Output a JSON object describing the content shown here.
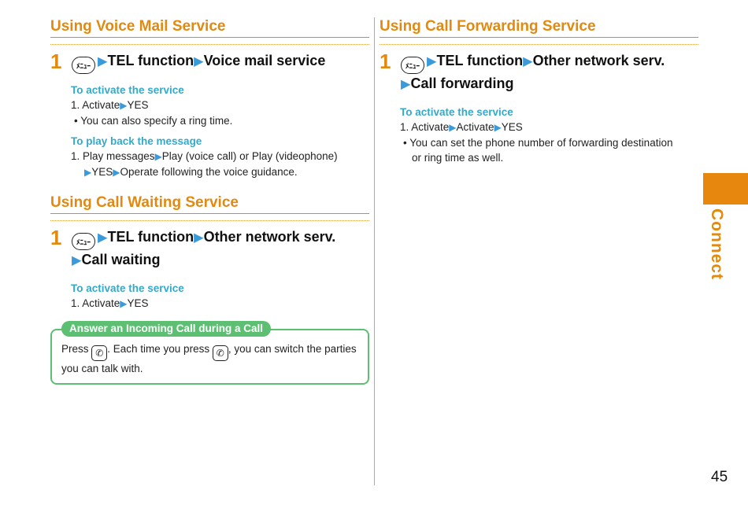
{
  "left": {
    "voicemail": {
      "title": "Using Voice Mail Service",
      "step_num": "1",
      "menu_key": "ﾒﾆｭｰ",
      "step_parts": [
        "TEL function",
        "Voice mail service"
      ],
      "activate": {
        "title": "To activate the service",
        "line1_a": "1. Activate",
        "line1_b": "YES",
        "bullet": "• You can also specify a ring time."
      },
      "playback": {
        "title": "To play back the message",
        "line1_a": "1. Play messages",
        "line1_b": "Play (voice call) or Play (videophone)",
        "line2_a": "YES",
        "line2_b": "Operate following the voice guidance."
      }
    },
    "callwaiting": {
      "title": "Using Call Waiting Service",
      "step_num": "1",
      "menu_key": "ﾒﾆｭｰ",
      "step_parts": [
        "TEL function",
        "Other network serv.",
        "Call waiting"
      ],
      "activate": {
        "title": "To activate the service",
        "line1_a": "1. Activate",
        "line1_b": "YES"
      }
    },
    "note": {
      "tag": "Answer an Incoming Call during a Call",
      "text_a": "Press ",
      "text_b": ". Each time you press ",
      "text_c": ", you can switch the parties you can talk with."
    }
  },
  "right": {
    "forwarding": {
      "title": "Using Call Forwarding Service",
      "step_num": "1",
      "menu_key": "ﾒﾆｭｰ",
      "step_parts": [
        "TEL function",
        "Other network serv.",
        "Call forwarding"
      ],
      "activate": {
        "title": "To activate the service",
        "line1_a": "1. Activate",
        "line1_b": "Activate",
        "line1_c": "YES",
        "bullet": "• You can set the phone number of forwarding destination",
        "bullet_cont": "or ring time as well."
      }
    }
  },
  "side_label": "Connect",
  "page_number": "45",
  "icons": {
    "arrow": "▶",
    "menu": "menu-key-icon",
    "phone": "call-key-icon"
  },
  "colors": {
    "orange": "#e28a0f",
    "blue": "#3b9ad9",
    "teal": "#33aac8",
    "green": "#5cbf72"
  }
}
